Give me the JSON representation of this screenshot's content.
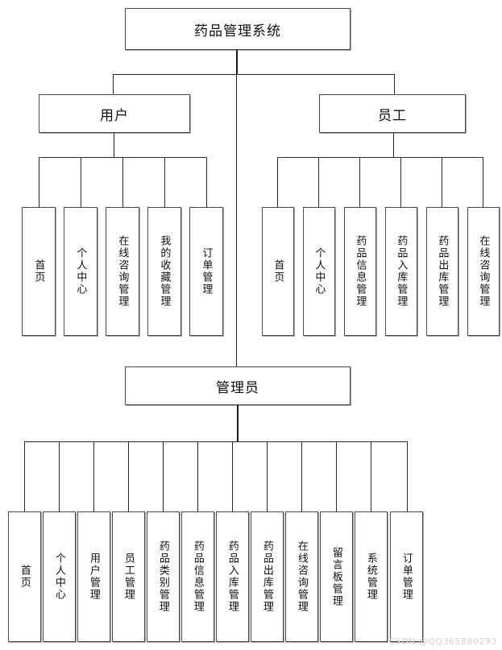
{
  "diagram": {
    "title": "药品管理系统",
    "type": "tree",
    "root": {
      "label": "药品管理系统"
    },
    "roles": [
      {
        "id": "user",
        "label": "用户"
      },
      {
        "id": "staff",
        "label": "员工"
      },
      {
        "id": "admin",
        "label": "管理员"
      }
    ],
    "user_children": [
      {
        "label": "首页"
      },
      {
        "label": "个人中心"
      },
      {
        "label": "在线咨询管理"
      },
      {
        "label": "我的收藏管理"
      },
      {
        "label": "订单管理"
      }
    ],
    "staff_children": [
      {
        "label": "首页"
      },
      {
        "label": "个人中心"
      },
      {
        "label": "药品信息管理"
      },
      {
        "label": "药品入库管理"
      },
      {
        "label": "药品出库管理"
      },
      {
        "label": "在线咨询管理"
      }
    ],
    "admin_children": [
      {
        "label": "首页"
      },
      {
        "label": "个人中心"
      },
      {
        "label": "用户管理"
      },
      {
        "label": "员工管理"
      },
      {
        "label": "药品类别管理"
      },
      {
        "label": "药品信息管理"
      },
      {
        "label": "药品入库管理"
      },
      {
        "label": "药品出库管理"
      },
      {
        "label": "在线咨询管理"
      },
      {
        "label": "留言板管理"
      },
      {
        "label": "系统管理"
      },
      {
        "label": "订单管理"
      }
    ]
  },
  "watermark": {
    "text": "CSDN @QQ365880293"
  },
  "colors": {
    "box_border": "#4a4a4a",
    "line": "#2a2a2a",
    "background": "#ffffff",
    "text": "#0f0f0f",
    "watermark": "#d2d2d2"
  }
}
